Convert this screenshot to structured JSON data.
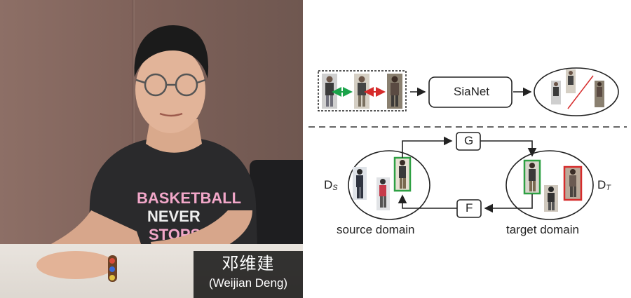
{
  "caption": {
    "chinese_name": "邓维建",
    "english_name": "(Weijian Deng)"
  },
  "diagram": {
    "sianet_label": "SiaNet",
    "g_label": "G",
    "f_label": "F",
    "source_symbol": "D",
    "source_sub": "S",
    "target_symbol": "D",
    "target_sub": "T",
    "source_domain_label": "source domain",
    "target_domain_label": "target domain",
    "colors": {
      "positive_pair": "#1aa34a",
      "negative_pair": "#d62b2b",
      "translated_frame_green": "#2ea043",
      "translated_frame_red": "#d62b2b",
      "line": "#222222"
    }
  },
  "icons": {
    "portrait": "person-photo",
    "pair_arrows": "double-headed-arrow",
    "divider": "dashed-line"
  }
}
